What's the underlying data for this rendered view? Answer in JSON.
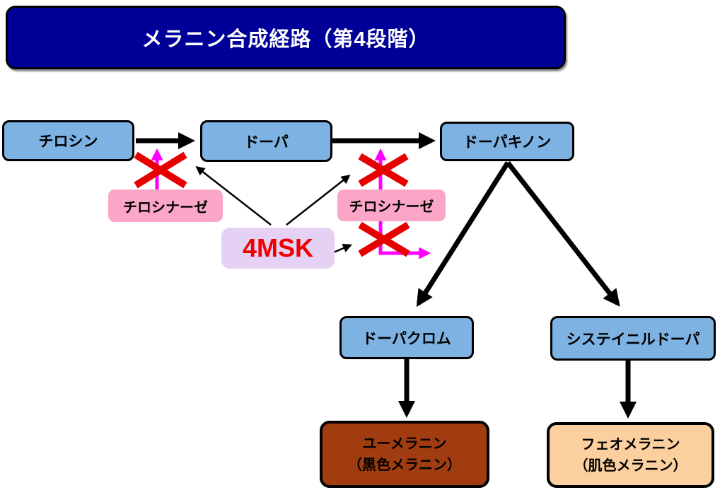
{
  "title": {
    "text": "メラニン合成経路（第4段階）"
  },
  "nodes": {
    "tyrosine": {
      "label": "チロシン"
    },
    "dopa": {
      "label": "ドーパ"
    },
    "dopaquinone": {
      "label": "ドーパキノン"
    },
    "dopachrome": {
      "label": "ドーパクロム"
    },
    "cysteinyldopa": {
      "label": "システイニルドーパ"
    },
    "tyrosinase_upper": {
      "label": "チロシナーゼ"
    },
    "tyrosinase_lower": {
      "label": "チロシナーゼ"
    },
    "msk4": {
      "label": "4MSK"
    },
    "eumelanin": {
      "line1": "ユーメラニン",
      "line2": "（黒色メラニン）"
    },
    "pheomelanin": {
      "line1": "フェオメラニン",
      "line2": "（肌色メラニン）"
    }
  },
  "colors": {
    "title_bg": "#000099",
    "title_text": "#ffffff",
    "substrate_box": "#7db2e2",
    "enzyme_box": "#fba6c6",
    "inhibitor_box": "#e5d1f3",
    "inhibitor_text": "#ee0000",
    "eumelanin_box": "#a03c10",
    "pheomelanin_box": "#fccf9e",
    "pathway_arrow": "#000000",
    "blocked_arrow": "#ff00ff",
    "inhibition_x": "#e60000"
  }
}
